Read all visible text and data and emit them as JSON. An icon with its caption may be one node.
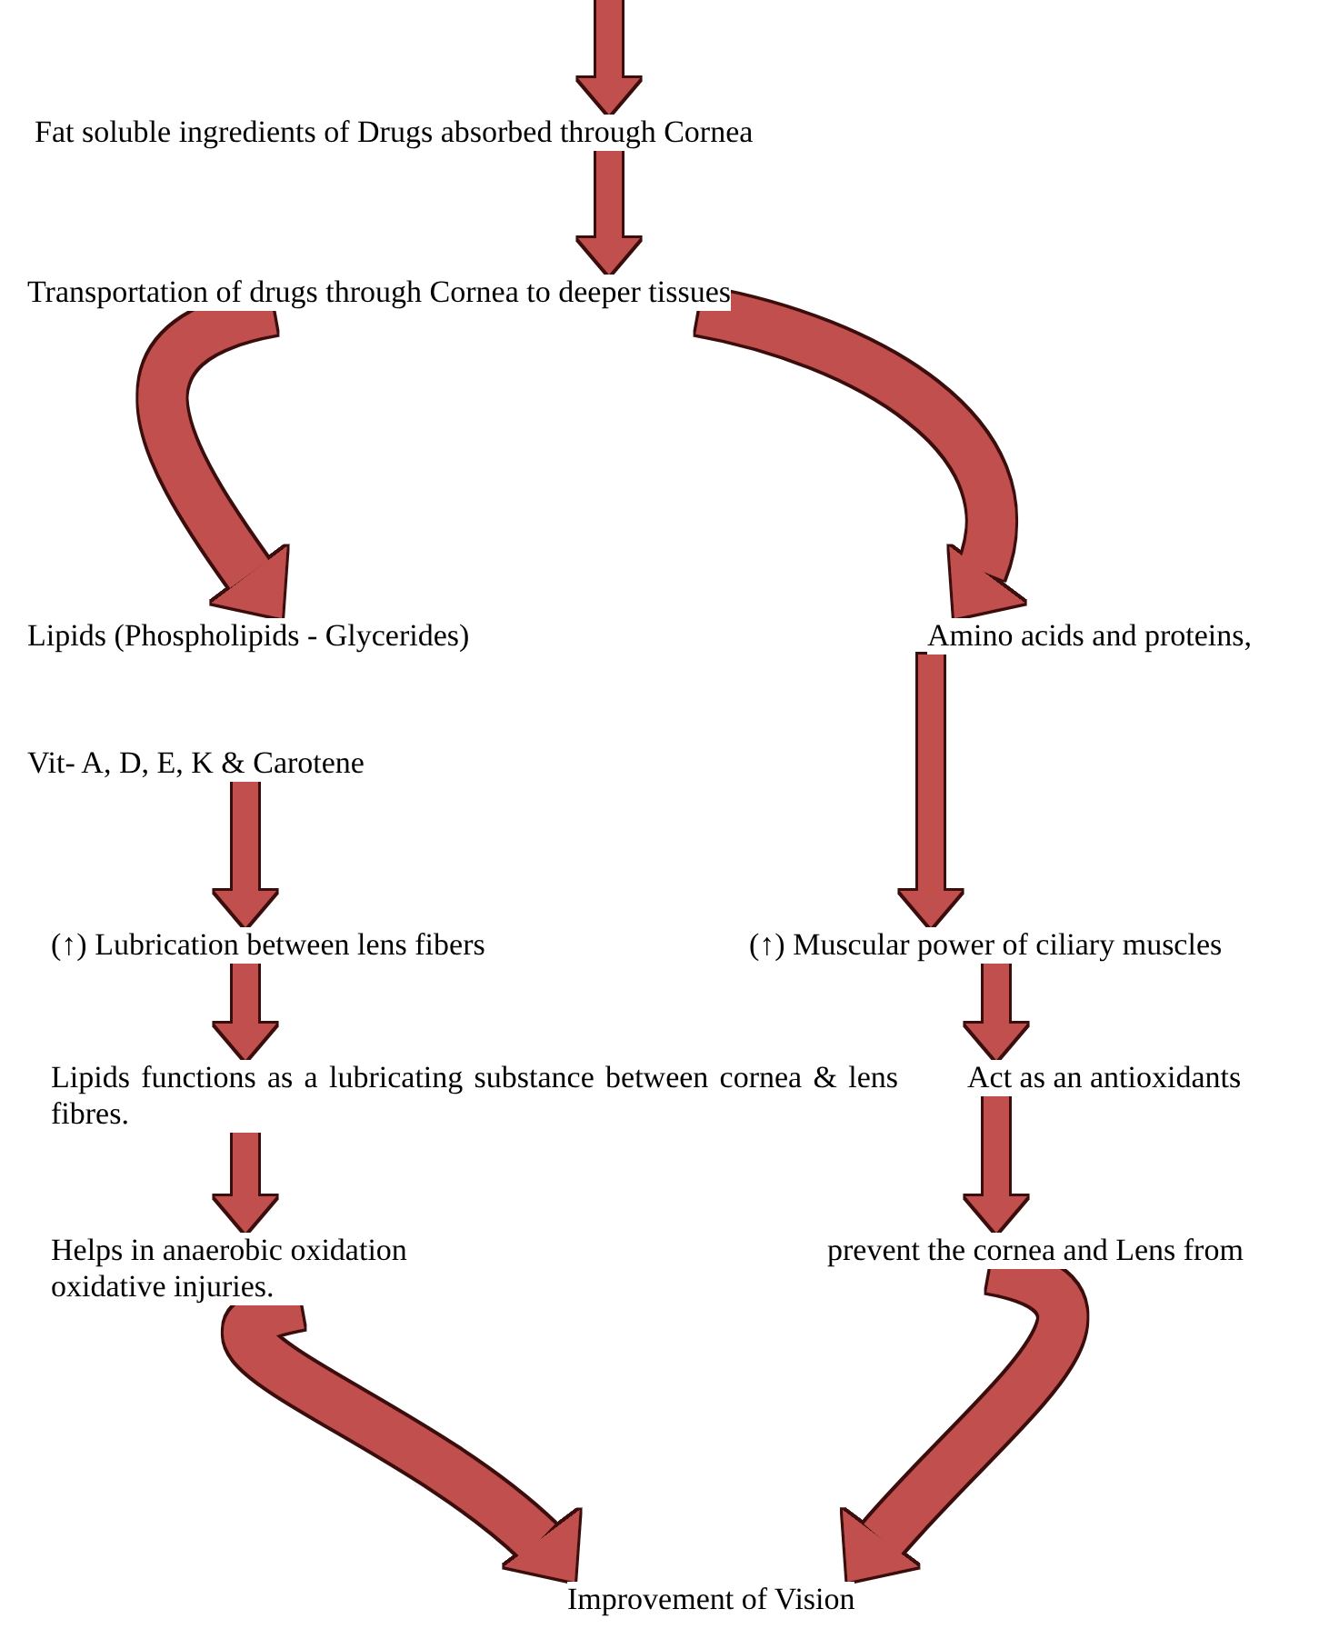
{
  "diagram": {
    "nodes": [
      {
        "text": [
          "Fat soluble ingredients of Drugs absorbed through Cornea"
        ]
      },
      {
        "text": [
          "Transportation of drugs through Cornea to deeper tissues"
        ]
      },
      {
        "text": [
          "Lipids (Phospholipids - Glycerides)"
        ]
      },
      {
        "text": [
          "Amino acids and proteins,"
        ]
      },
      {
        "text": [
          "Vit- A, D, E, K & Carotene"
        ]
      },
      {
        "text": [
          "(↑) Lubrication between lens fibers"
        ]
      },
      {
        "text": [
          "(↑) Muscular power of ciliary muscles"
        ]
      },
      {
        "text": [
          "Lipids functions as a lubricating substance between cornea & lens fibres."
        ]
      },
      {
        "text": [
          "Act as an antioxidants"
        ]
      },
      {
        "text": [
          "Helps in anaerobic oxidation oxidative injuries."
        ]
      },
      {
        "text": [
          "prevent the cornea and Lens from"
        ]
      },
      {
        "text": [
          "Improvement of Vision"
        ]
      }
    ],
    "edges": [
      {
        "from": null,
        "to": 0,
        "arrow": "to"
      },
      {
        "from": 0,
        "to": 1,
        "arrow": "to"
      },
      {
        "from": 1,
        "to": 2,
        "arrow": "to"
      },
      {
        "from": 1,
        "to": 3,
        "arrow": "to"
      },
      {
        "from": 4,
        "to": 5,
        "arrow": "to"
      },
      {
        "from": 3,
        "to": 6,
        "arrow": "to"
      },
      {
        "from": 5,
        "to": 7,
        "arrow": "to"
      },
      {
        "from": 6,
        "to": 8,
        "arrow": "to"
      },
      {
        "from": 7,
        "to": 9,
        "arrow": "to"
      },
      {
        "from": 8,
        "to": 10,
        "arrow": "to"
      },
      {
        "from": 9,
        "to": 11,
        "arrow": "to"
      },
      {
        "from": 10,
        "to": 11,
        "arrow": "to"
      }
    ]
  }
}
